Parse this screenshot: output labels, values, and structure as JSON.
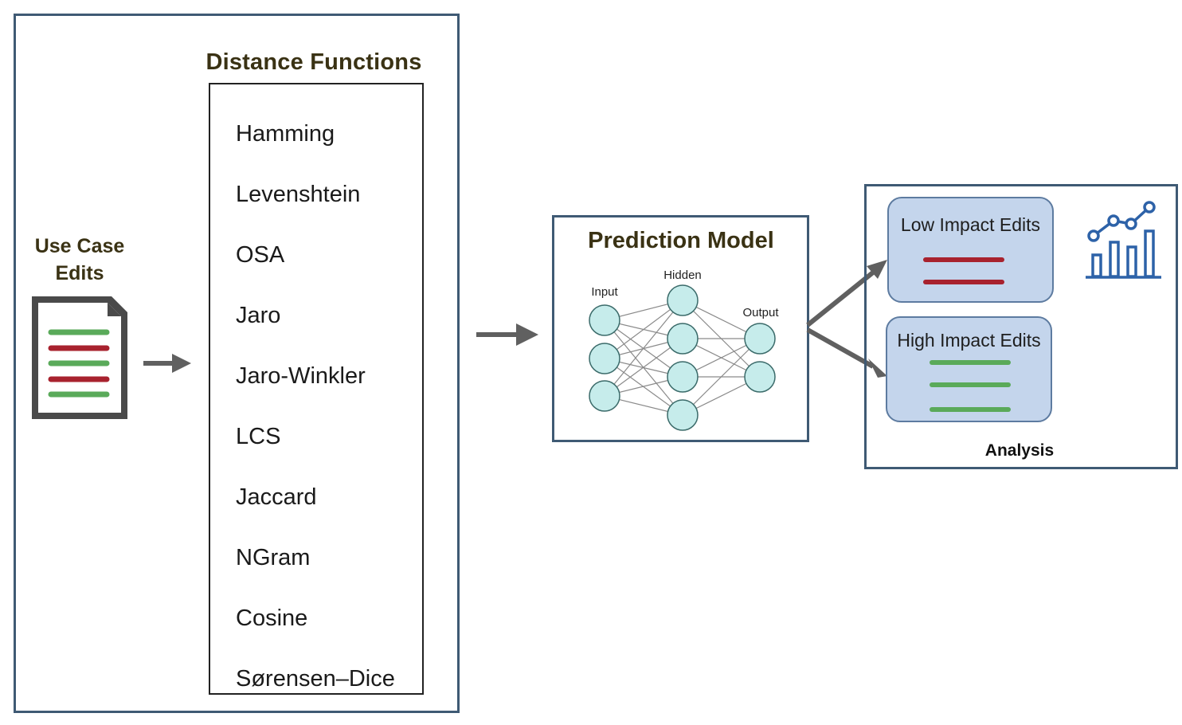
{
  "use_case": {
    "line1": "Use Case",
    "line2": "Edits"
  },
  "distance_functions": {
    "title": "Distance Functions",
    "items": [
      "Hamming",
      "Levenshtein",
      "OSA",
      "Jaro",
      "Jaro-Winkler",
      "LCS",
      "Jaccard",
      "NGram",
      "Cosine",
      "Sørensen–Dice"
    ]
  },
  "prediction_model": {
    "title": "Prediction Model",
    "layers": {
      "input": "Input",
      "hidden": "Hidden",
      "output": "Output"
    }
  },
  "analysis": {
    "label": "Analysis",
    "low_impact": "Low Impact Edits",
    "high_impact": "High Impact Edits"
  },
  "colors": {
    "panel_border": "#3f5a74",
    "title_text": "#3a3214",
    "red_line": "#a8222e",
    "green_line": "#5aaa5a",
    "node_fill": "#c6eceb",
    "card_fill": "#c4d5ec",
    "chart_icon": "#2d62a8",
    "arrow": "#606060"
  },
  "icons": {
    "document": "document-icon",
    "chart": "line-bar-chart-icon"
  }
}
